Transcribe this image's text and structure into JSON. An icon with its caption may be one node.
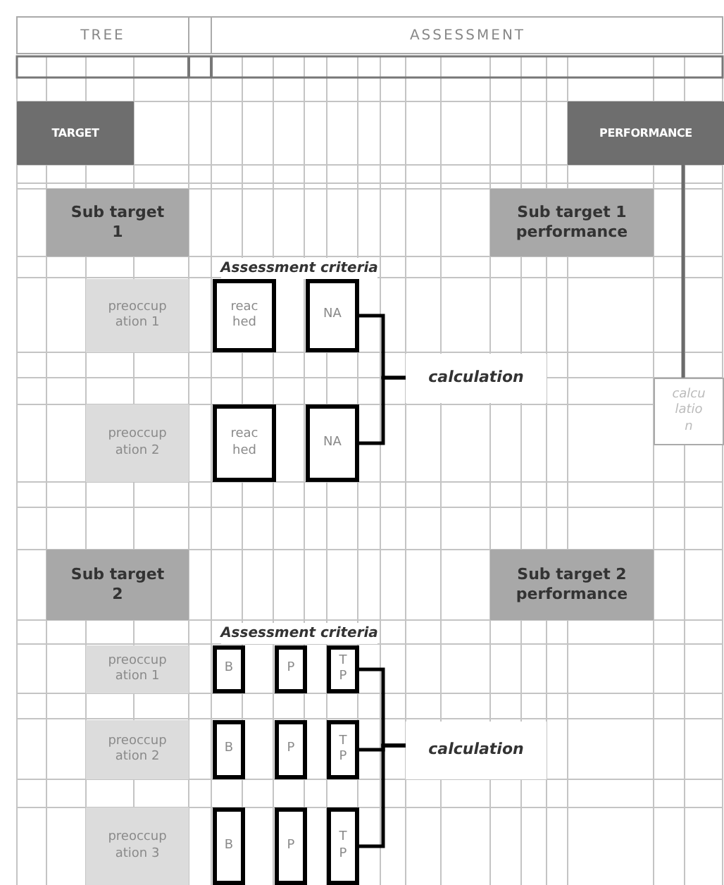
{
  "diagram": {
    "nodes": [
      {
        "text": [
          "TARGET"
        ]
      },
      {
        "text": [
          "PERFORMANCE"
        ]
      },
      {
        "text": [
          "Sub target 1"
        ]
      },
      {
        "text": [
          "Sub target 1 performance"
        ]
      },
      {
        "text": [
          "preoccup ation 1"
        ]
      },
      {
        "text": [
          "reac hed"
        ]
      },
      {
        "text": [
          "NA"
        ]
      },
      {
        "text": [
          "preoccup ation 2"
        ]
      },
      {
        "text": [
          "reac hed"
        ]
      },
      {
        "text": [
          "NA"
        ]
      },
      {
        "text": [
          "calculation"
        ]
      },
      {
        "text": [
          "calcu latio n"
        ]
      },
      {
        "text": [
          "Sub target 2"
        ]
      },
      {
        "text": [
          "Sub target 2 performance"
        ]
      },
      {
        "text": [
          "preoccup ation 1"
        ]
      },
      {
        "text": [
          "B"
        ]
      },
      {
        "text": [
          "P"
        ]
      },
      {
        "text": [
          "T P"
        ]
      },
      {
        "text": [
          "preoccup ation 2"
        ]
      },
      {
        "text": [
          "B"
        ]
      },
      {
        "text": [
          "P"
        ]
      },
      {
        "text": [
          "T P"
        ]
      },
      {
        "text": [
          "preoccup ation 3"
        ]
      },
      {
        "text": [
          "B"
        ]
      },
      {
        "text": [
          "P"
        ]
      },
      {
        "text": [
          "T P"
        ]
      },
      {
        "text": [
          "calculation"
        ]
      }
    ],
    "edges": [
      {
        "from": 6,
        "to": 10,
        "arrow": "none"
      },
      {
        "from": 9,
        "to": 10,
        "arrow": "none"
      },
      {
        "from": 1,
        "to": 11,
        "arrow": "none",
        "color": "#6b6b6b"
      },
      {
        "from": 17,
        "to": 26,
        "arrow": "none"
      },
      {
        "from": 21,
        "to": 26,
        "arrow": "none"
      },
      {
        "from": 25,
        "to": 26,
        "arrow": "none"
      }
    ],
    "labels": [
      "TREE",
      "ASSESSMENT",
      "Assessment criteria",
      "Assessment criteria"
    ]
  }
}
